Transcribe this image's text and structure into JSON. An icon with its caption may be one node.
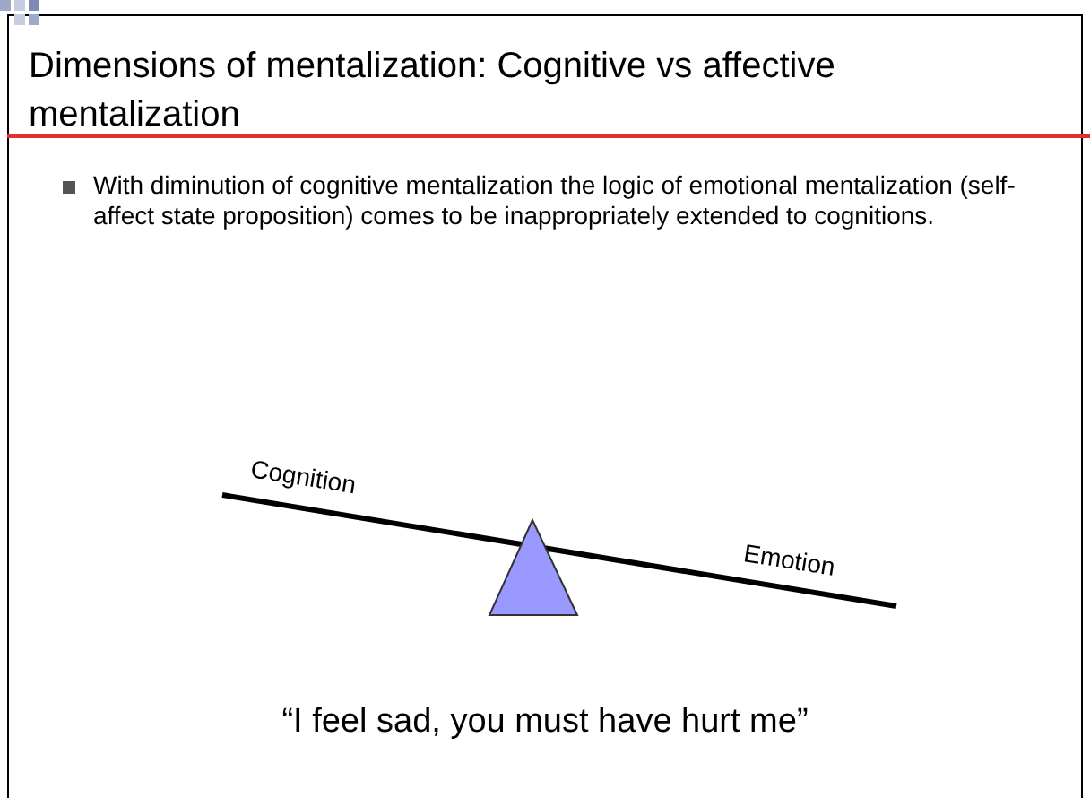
{
  "diagram": {
    "title": "Dimensions of mentalization: Cognitive vs affective mentalization",
    "labels": [
      "With diminution of cognitive mentalization the logic of emotional mentalization (self- affect state proposition) comes to be inappropriately extended to cognitions.",
      "Cognition",
      "Emotion",
      "“I feel sad, you must have hurt me”"
    ]
  }
}
